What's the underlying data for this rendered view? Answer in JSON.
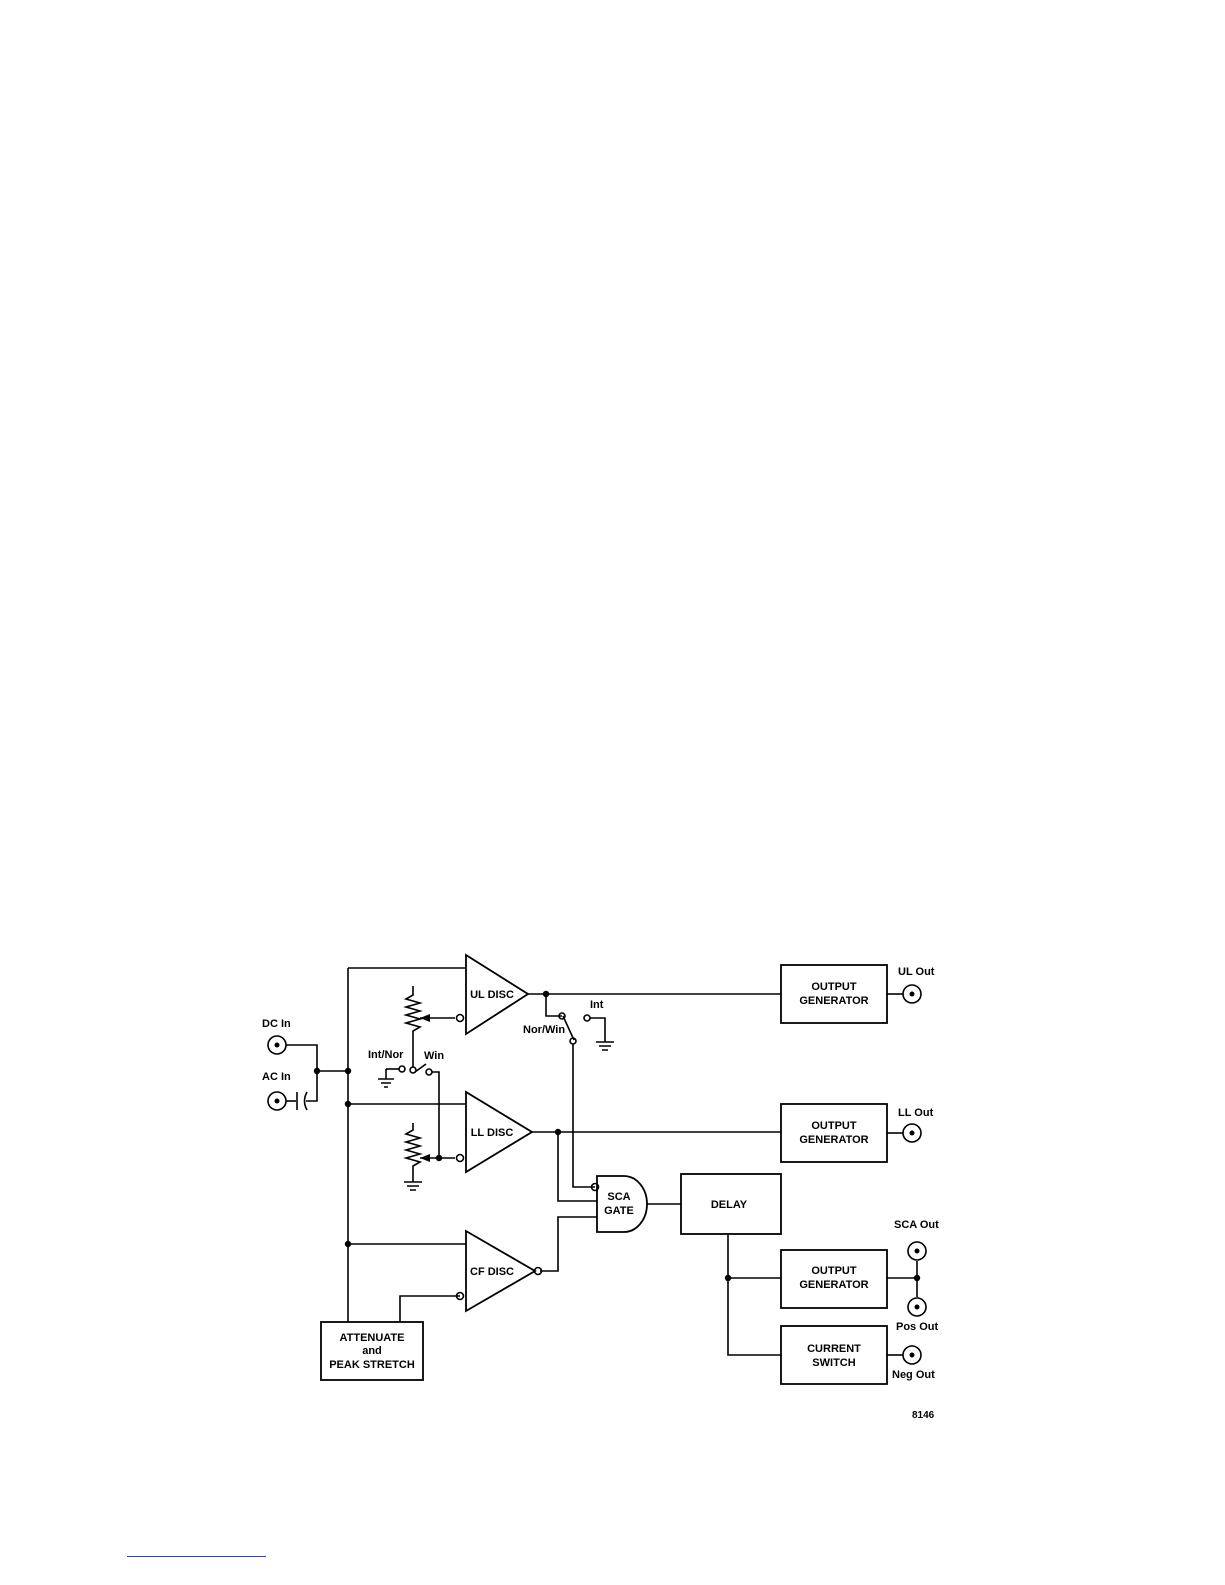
{
  "blocks": {
    "ul_disc": "UL DISC",
    "ll_disc": "LL DISC",
    "cf_disc": "CF DISC",
    "sca_gate": [
      "SCA",
      "GATE"
    ],
    "delay": "DELAY",
    "out_gen_ul": [
      "OUTPUT",
      "GENERATOR"
    ],
    "out_gen_ll": [
      "OUTPUT",
      "GENERATOR"
    ],
    "out_gen_sca": [
      "OUTPUT",
      "GENERATOR"
    ],
    "current_switch": [
      "CURRENT",
      "SWITCH"
    ],
    "attenuate": [
      "ATTENUATE",
      "and",
      "PEAK STRETCH"
    ]
  },
  "connectors": {
    "dc_in": "DC In",
    "ac_in": "AC In",
    "ul_out": "UL Out",
    "ll_out": "LL Out",
    "sca_out": "SCA Out",
    "pos_out": "Pos Out",
    "neg_out": "Neg Out"
  },
  "switches": {
    "int_nor": "Int/Nor",
    "win": "Win",
    "nor_win": "Nor/Win",
    "int": "Int"
  },
  "figure_number": "8146"
}
